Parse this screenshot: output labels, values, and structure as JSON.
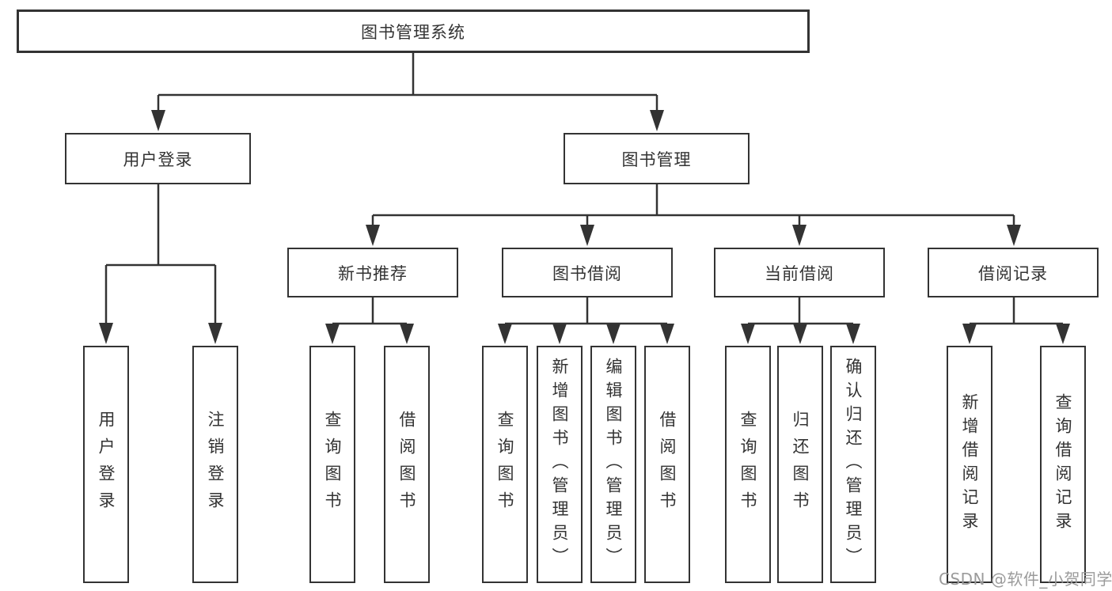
{
  "nodes": {
    "root": "图书管理系统",
    "user_login": "用户登录",
    "book_mgmt": "图书管理",
    "new_book": "新书推荐",
    "book_borrow": "图书借阅",
    "current_borrow": "当前借阅",
    "borrow_record": "借阅记录"
  },
  "leaves": {
    "user_login": [
      "用户登录",
      "注销登录"
    ],
    "new_book": [
      "查询图书",
      "借阅图书"
    ],
    "book_borrow": [
      "查询图书",
      "新增图书（管理员）",
      "编辑图书（管理员）",
      "借阅图书"
    ],
    "current_borrow": [
      "查询图书",
      "归还图书",
      "确认归还（管理员）"
    ],
    "borrow_record": [
      "新增借阅记录",
      "查询借阅记录"
    ]
  },
  "watermark": "CSDN @软件_小贺同学",
  "colors": {
    "line": "#333333",
    "text": "#333333",
    "background": "#ffffff",
    "watermark": "#9b9b9b"
  }
}
